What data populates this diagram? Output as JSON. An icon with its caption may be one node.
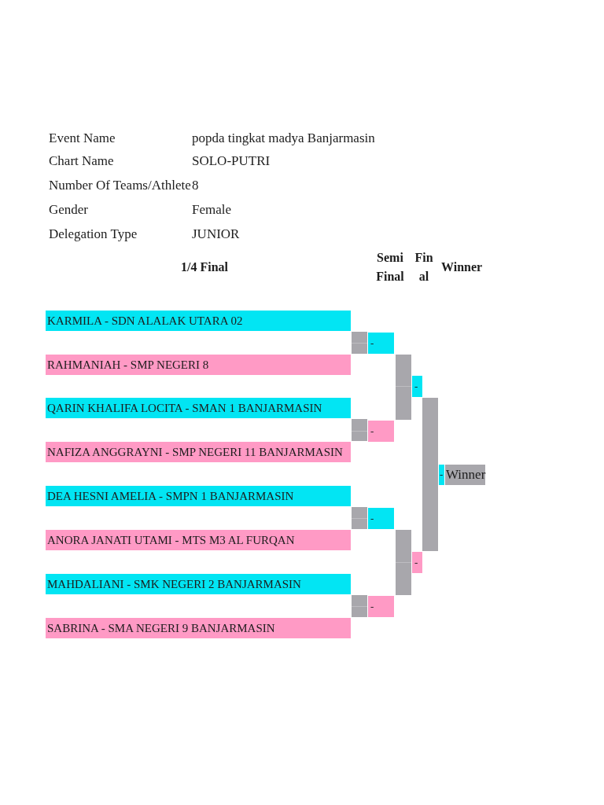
{
  "diagram": {
    "nodes": [
      {
        "text": [
          "KARMILA - SDN ALALAK UTARA 02"
        ]
      },
      {
        "text": [
          "RAHMANIAH - SMP NEGERI 8"
        ]
      },
      {
        "text": [
          "QARIN KHALIFA LOCITA - SMAN 1 BANJARMASIN"
        ]
      },
      {
        "text": [
          "NAFIZA ANGGRAYNI - SMP NEGERI 11 BANJARMASIN"
        ]
      },
      {
        "text": [
          "DEA HESNI AMELIA - SMPN 1 BANJARMASIN"
        ]
      },
      {
        "text": [
          "ANORA JANATI UTAMI - MTS M3 AL FURQAN"
        ]
      },
      {
        "text": [
          "MAHDALIANI - SMK NEGERI 2 BANJARMASIN"
        ]
      },
      {
        "text": [
          "SABRINA - SMA NEGERI 9 BANJARMASIN"
        ]
      },
      {
        "text": [
          "-"
        ]
      },
      {
        "text": [
          "-"
        ]
      },
      {
        "text": [
          "-"
        ]
      },
      {
        "text": [
          "-"
        ]
      },
      {
        "text": [
          "-"
        ]
      },
      {
        "text": [
          "-"
        ]
      },
      {
        "text": [
          "-"
        ]
      },
      {
        "text": [
          "Winner"
        ]
      }
    ],
    "edges": [
      {
        "from": 0,
        "to": 8,
        "arrow": "none"
      },
      {
        "from": 1,
        "to": 8,
        "arrow": "none"
      },
      {
        "from": 2,
        "to": 9,
        "arrow": "none"
      },
      {
        "from": 3,
        "to": 9,
        "arrow": "none"
      },
      {
        "from": 4,
        "to": 10,
        "arrow": "none"
      },
      {
        "from": 5,
        "to": 10,
        "arrow": "none"
      },
      {
        "from": 6,
        "to": 11,
        "arrow": "none"
      },
      {
        "from": 7,
        "to": 11,
        "arrow": "none"
      },
      {
        "from": 8,
        "to": 12,
        "arrow": "none"
      },
      {
        "from": 9,
        "to": 12,
        "arrow": "none"
      },
      {
        "from": 10,
        "to": 13,
        "arrow": "none"
      },
      {
        "from": 11,
        "to": 13,
        "arrow": "none"
      },
      {
        "from": 12,
        "to": 14,
        "arrow": "none"
      },
      {
        "from": 13,
        "to": 14,
        "arrow": "none"
      }
    ],
    "labels": [
      "Event Name",
      "popda tingkat madya Banjarmasin",
      "Chart Name",
      "SOLO-PUTRI",
      "Number Of Teams/Athlete",
      "8",
      "Gender",
      "Female",
      "Delegation Type",
      "JUNIOR",
      "1/4 Final",
      "Semi Final",
      "Final",
      "Winner"
    ]
  }
}
